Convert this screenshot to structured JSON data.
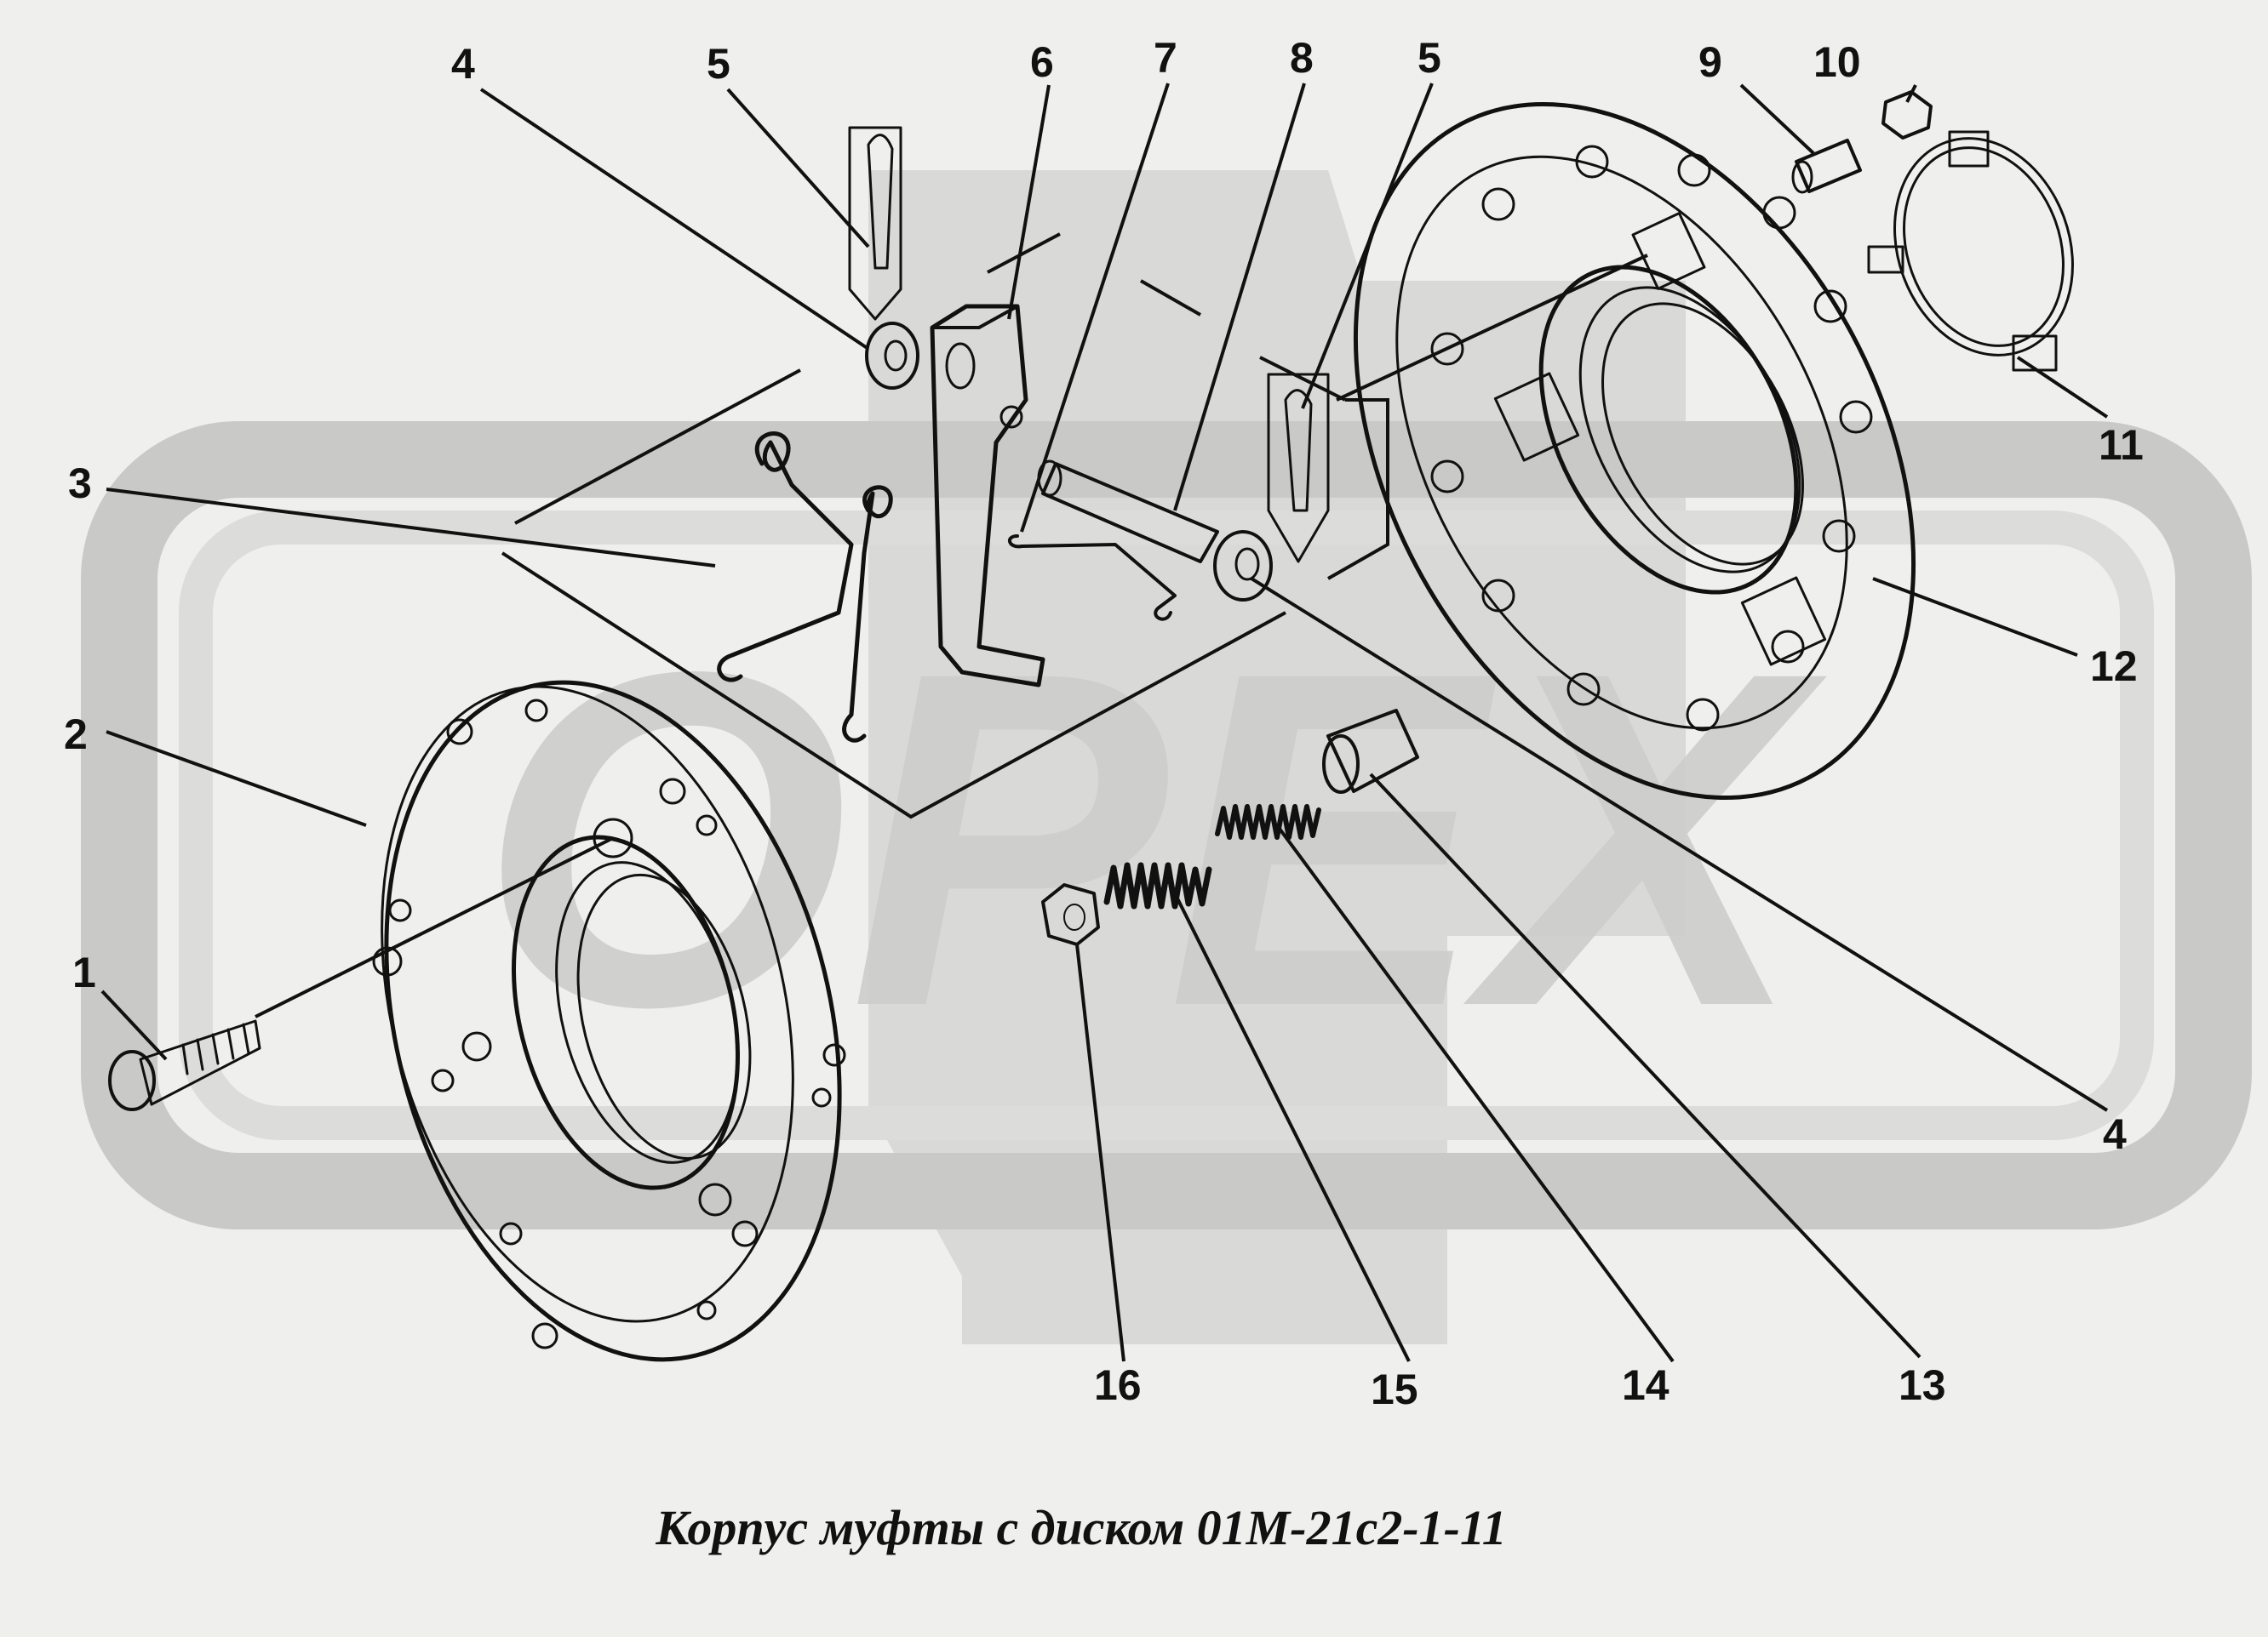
{
  "caption": "Корпус муфты с диском 01М-21с2-1-11",
  "watermark": {
    "text": "OPEX",
    "color": "#c4c4c2"
  },
  "callouts": {
    "p1": "1",
    "p2": "2",
    "p3": "3",
    "p4a": "4",
    "p4b": "4",
    "p5a": "5",
    "p5b": "5",
    "p6": "6",
    "p7": "7",
    "p8": "8",
    "p9": "9",
    "p10": "10",
    "p11": "11",
    "p12": "12",
    "p13": "13",
    "p14": "14",
    "p15": "15",
    "p16": "16"
  }
}
